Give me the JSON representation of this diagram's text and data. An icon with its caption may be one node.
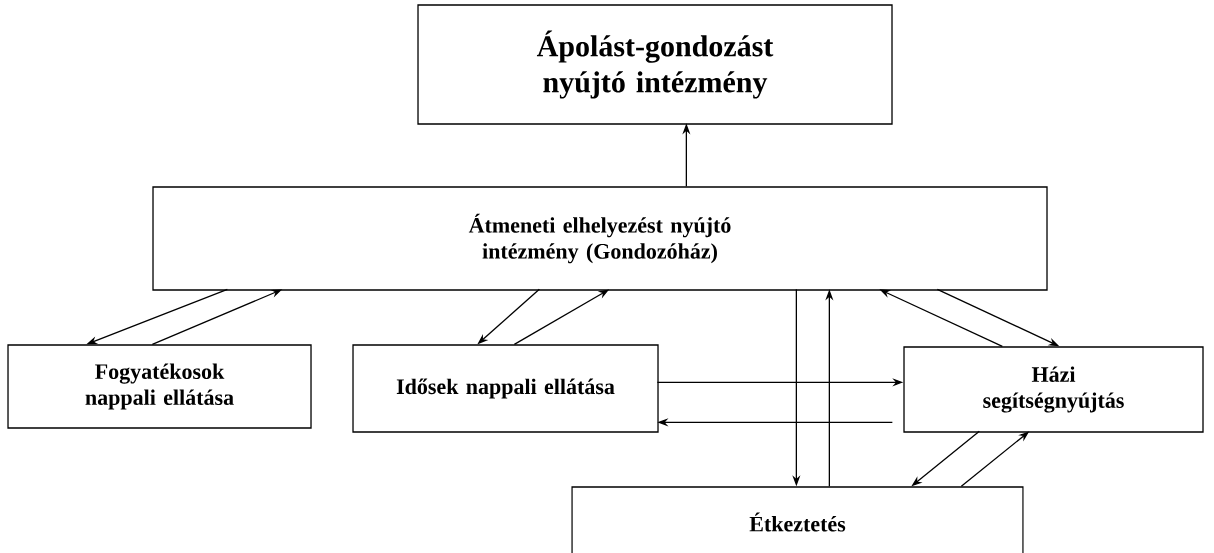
{
  "diagram": {
    "nodes": [
      {
        "text": [
          "Ápolást-gondozást nyújtó intézmény"
        ]
      },
      {
        "text": [
          "Átmeneti elhelyezést nyújtó intézmény (Gondozóház)"
        ]
      },
      {
        "text": [
          "Fogyatékosok nappali ellátása"
        ]
      },
      {
        "text": [
          "Idősek nappali ellátása"
        ]
      },
      {
        "text": [
          "Házi segítségnyújtás"
        ]
      },
      {
        "text": [
          "Étkeztetés"
        ]
      }
    ],
    "edges": [
      {
        "from": 1,
        "to": 0,
        "arrow": "to"
      },
      {
        "from": 1,
        "to": 2,
        "arrow": "to"
      },
      {
        "from": 2,
        "to": 1,
        "arrow": "to"
      },
      {
        "from": 1,
        "to": 3,
        "arrow": "to"
      },
      {
        "from": 3,
        "to": 1,
        "arrow": "to"
      },
      {
        "from": 1,
        "to": 5,
        "arrow": "to"
      },
      {
        "from": 5,
        "to": 1,
        "arrow": "to"
      },
      {
        "from": 4,
        "to": 1,
        "arrow": "to"
      },
      {
        "from": 1,
        "to": 4,
        "arrow": "to"
      },
      {
        "from": 3,
        "to": 4,
        "arrow": "to"
      },
      {
        "from": 4,
        "to": 3,
        "arrow": "to"
      },
      {
        "from": 4,
        "to": 5,
        "arrow": "to"
      },
      {
        "from": 5,
        "to": 4,
        "arrow": "to"
      }
    ]
  }
}
